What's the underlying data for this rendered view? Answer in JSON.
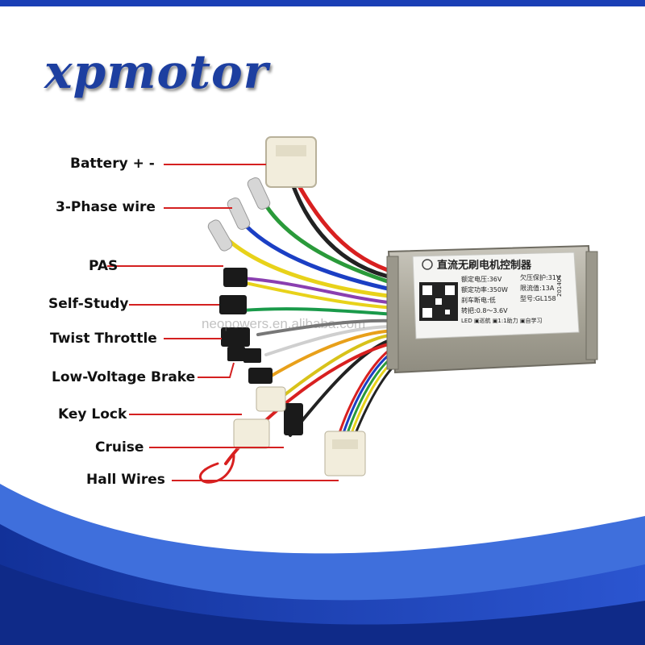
{
  "brand": {
    "name": "xpmotor",
    "color": "#1d3fa0"
  },
  "labels": [
    "Battery + -",
    "3-Phase wire",
    "PAS",
    "Self-Study",
    "Twist Throttle",
    "Low-Voltage Brake",
    "Key Lock",
    "Cruise",
    "Hall Wires"
  ],
  "controller_plate": {
    "title": "直流无刷电机控制器",
    "rated_voltage": "额定电压:36V",
    "undervoltage": "欠压保护:31V",
    "rated_power": "额定功率:350W",
    "current_limit": "限流值:13A",
    "brake": "刹车断电:低",
    "model": "型号:GL158",
    "throttle": "转把:0.8～3.6V",
    "features": "LED ▣巡航 ▣1:1助力 ▣自学习",
    "date_code": "201404"
  },
  "watermark": "neopowers.en.alibaba.com",
  "colors": {
    "leader_line": "#d42020",
    "wave_blue": "#1a3fb5",
    "wave_light": "#4a78e0"
  }
}
